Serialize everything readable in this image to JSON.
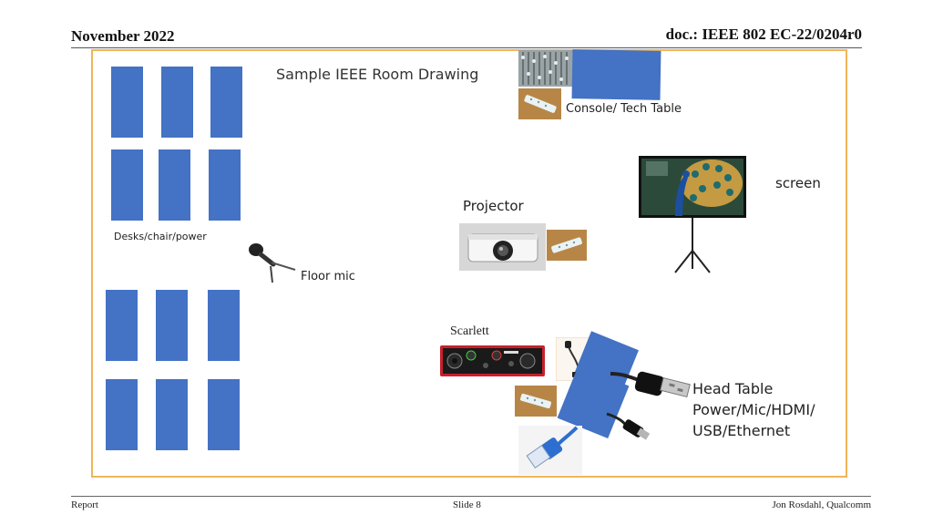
{
  "header": {
    "date": "November 2022",
    "doc_id": "doc.: IEEE 802 EC-22/0204r0"
  },
  "diagram": {
    "title": "Sample IEEE Room Drawing",
    "desks_label": "Desks/chair/power",
    "floor_mic_label": "Floor mic",
    "console_label": "Console/ Tech Table",
    "projector_label": "Projector",
    "screen_label": "screen",
    "scarlett_label": "Scarlett",
    "head_table_lines": [
      "Head Table",
      "Power/Mic/HDMI/",
      "USB/Ethernet"
    ]
  },
  "footer": {
    "left": "Report",
    "center": "Slide 8",
    "right": "Jon Rosdahl, Qualcomm"
  },
  "colors": {
    "desk": "#4472c4",
    "frame": "#f0b55a"
  }
}
